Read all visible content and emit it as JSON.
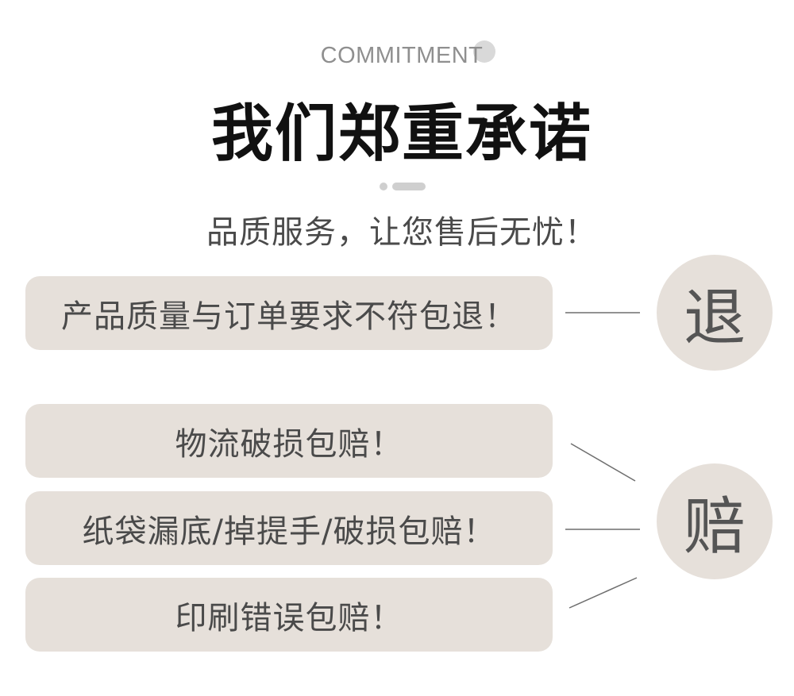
{
  "header": {
    "eyebrow": "COMMITMENT",
    "title": "我们郑重承诺",
    "subtitle": "品质服务，让您售后无忧！"
  },
  "return_group": {
    "badge": "退",
    "items": [
      "产品质量与订单要求不符包退！"
    ]
  },
  "compensate_group": {
    "badge": "赔",
    "items": [
      "物流破损包赔！",
      "纸袋漏底/掉提手/破损包赔！",
      "印刷错误包赔！"
    ]
  },
  "colors": {
    "pill_bg": "#e6e0da",
    "text": "#4a4a4a",
    "title": "#111111",
    "connector": "#6e6e6e"
  }
}
